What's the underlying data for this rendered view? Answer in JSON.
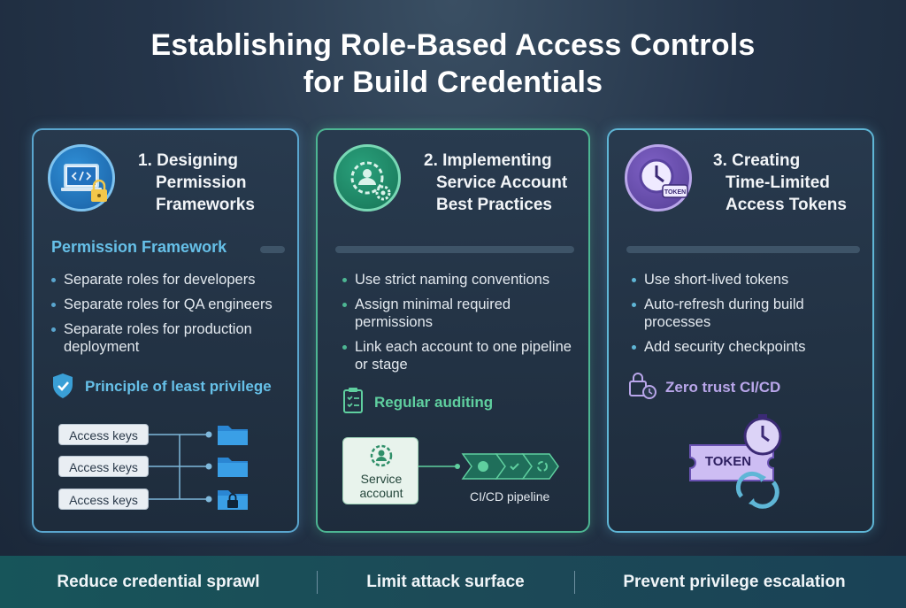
{
  "title": {
    "line1": "Establishing Role-Based Access Controls",
    "line2": "for Build Credentials"
  },
  "cards": [
    {
      "title_lines": [
        "1. Designing",
        "Permission",
        "Frameworks"
      ],
      "icon": "laptop-code-lock-icon",
      "subheading": "Permission Framework",
      "bullets": [
        "Separate roles for developers",
        "Separate roles for QA engineers",
        "Separate roles for production deployment"
      ],
      "callout": "Principle of least privilege",
      "callout_icon": "shield-check-icon",
      "diagram": {
        "keys": [
          "Access keys",
          "Access keys",
          "Access keys"
        ],
        "folders": [
          "folder-icon",
          "folder-icon",
          "locked-folder-icon"
        ]
      }
    },
    {
      "title_lines": [
        "2. Implementing",
        "Service Account",
        "Best Practices"
      ],
      "icon": "user-gear-icon",
      "bullets": [
        "Use strict naming conventions",
        "Assign minimal required permissions",
        "Link each account to one pipeline or stage"
      ],
      "callout": "Regular auditing",
      "callout_icon": "clipboard-check-icon",
      "diagram": {
        "service_label": "Service account",
        "pipeline_label": "CI/CD pipeline"
      }
    },
    {
      "title_lines": [
        "3. Creating",
        "Time-Limited",
        "Access Tokens"
      ],
      "icon": "clock-token-icon",
      "icon_token_text": "TOKEN",
      "bullets": [
        "Use short-lived tokens",
        "Auto-refresh during build processes",
        "Add security checkpoints"
      ],
      "callout": "Zero trust CI/CD",
      "callout_icon": "lock-clock-icon",
      "diagram": {
        "token_label": "TOKEN"
      }
    }
  ],
  "footer": [
    "Reduce credential sprawl",
    "Limit attack surface",
    "Prevent privilege escalation"
  ],
  "colors": {
    "card1_accent": "#5aa6cf",
    "card2_accent": "#4db693",
    "card3_accent": "#b9a6ea",
    "callout1": "#66c0e8",
    "callout2": "#5fcf9f",
    "callout3": "#b9a6ea"
  }
}
